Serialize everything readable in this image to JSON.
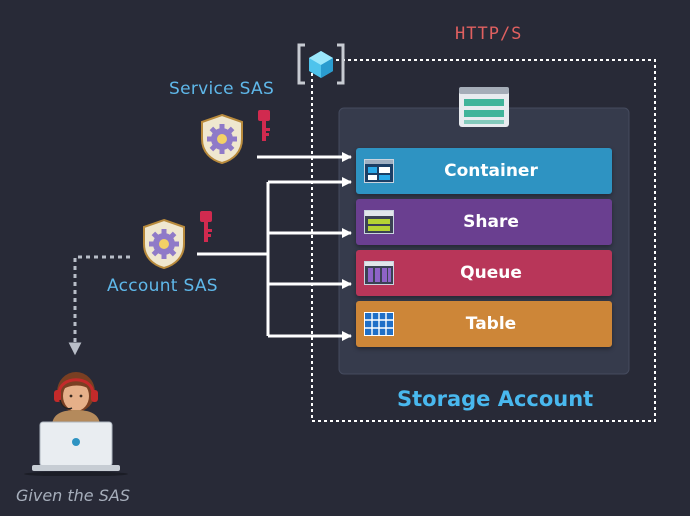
{
  "labels": {
    "http": "HTTP/S",
    "service_sas": "Service SAS",
    "account_sas": "Account SAS",
    "given_sas": "Given the SAS",
    "storage_account": "Storage Account"
  },
  "services": [
    {
      "label": "Container",
      "color": "#2e93c2",
      "icon": "container-icon"
    },
    {
      "label": "Share",
      "color": "#6a3f90",
      "icon": "file-share-icon"
    },
    {
      "label": "Queue",
      "color": "#b83659",
      "icon": "queue-icon"
    },
    {
      "label": "Table",
      "color": "#cd8638",
      "icon": "table-icon"
    }
  ],
  "colors": {
    "background": "#282a37",
    "storage_panel": "#363b4c",
    "arrow": "#ffffff",
    "dotted_border": "#ffffff",
    "key": "#d12a4f",
    "sas_label": "#5fb8ea",
    "http_label": "#e06060",
    "storage_title": "#49b8ee"
  }
}
